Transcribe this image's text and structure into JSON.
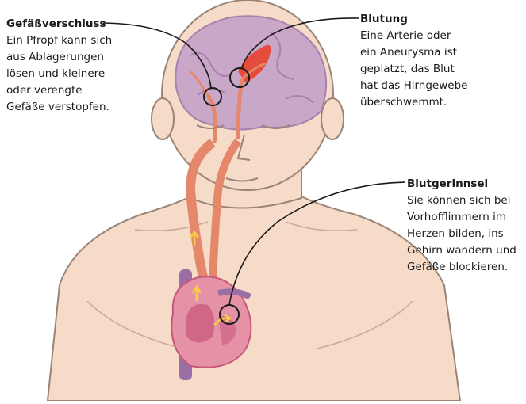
{
  "colors": {
    "skin": "#f6dcc8",
    "skin_outline": "#9a8478",
    "brain": "#c8a7c8",
    "brain_dark": "#a782ad",
    "artery": "#e5876a",
    "bleed": "#e8422b",
    "heart": "#e592a6",
    "heart_dark": "#c8567a",
    "vein_purple": "#9b6fa5",
    "arrow": "#f6cf4a",
    "callout_line": "#1a1a1a"
  },
  "labels": {
    "occlusion": {
      "title": "Gefäßverschluss",
      "lines": [
        "Ein Pfropf kann sich",
        "aus Ablagerungen",
        "lösen und kleinere",
        "oder verengte",
        "Gefäße verstopfen."
      ]
    },
    "bleeding": {
      "title": "Blutung",
      "lines": [
        "Eine Arterie oder",
        "ein Aneurysma ist",
        "geplatzt, das Blut",
        "hat das Hirngewebe",
        "überschwemmt."
      ]
    },
    "clot": {
      "title": "Blutgerinnsel",
      "lines": [
        "Sie können sich bei",
        "Vorhofflimmern im",
        "Herzen bilden, ins",
        "Gehirn wandern und",
        "Gefäße blockieren."
      ]
    }
  }
}
